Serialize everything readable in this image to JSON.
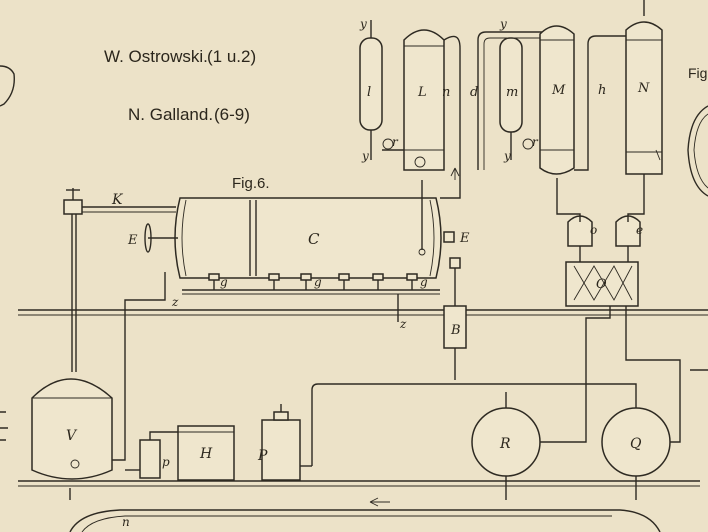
{
  "captions": {
    "author1": "W. Ostrowski.",
    "author1_ref": "(1 u.2)",
    "author2": "N. Galland.",
    "author2_ref": "(6-9)",
    "figure": "Fig.6.",
    "figure_cut": "Fig"
  },
  "labels": {
    "K": "K",
    "E_left": "E",
    "E_right": "E",
    "C": "C",
    "V": "V",
    "H": "H",
    "P": "P",
    "p": "p",
    "B": "B",
    "R": "R",
    "Q": "Q",
    "O": "O",
    "o": "o",
    "e": "e",
    "L": "L",
    "l": "l",
    "n": "n",
    "d": "d",
    "m": "m",
    "M": "M",
    "h": "h",
    "N": "N",
    "y1": "y",
    "y2": "y",
    "y3": "y",
    "y4": "y",
    "r1": "r",
    "r2": "r",
    "g1": "g",
    "g2": "g",
    "g3": "g",
    "z1": "z",
    "z2": "z",
    "n_bottom": "n"
  },
  "colors": {
    "paper": "#ece2c8",
    "ink": "#2e2a22"
  }
}
